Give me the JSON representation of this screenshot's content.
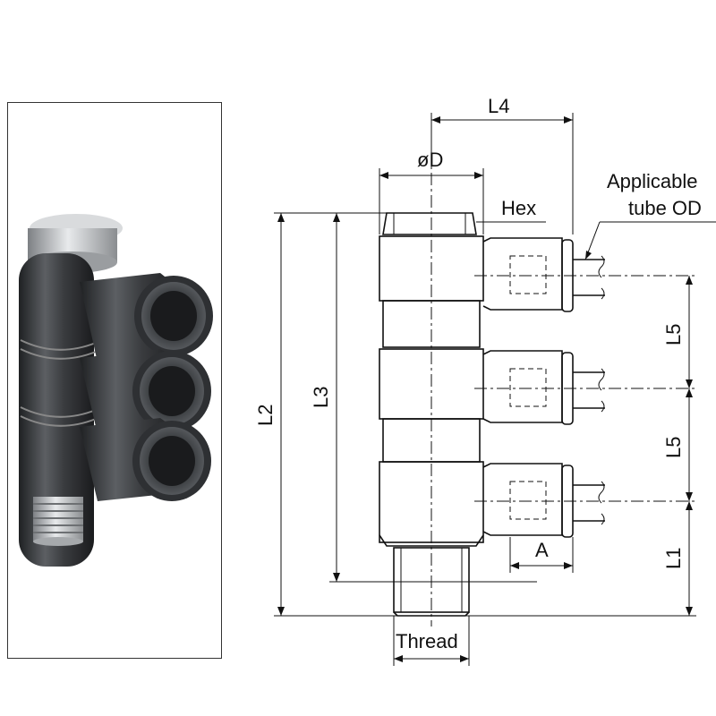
{
  "labels": {
    "l4": "L4",
    "od": "øD",
    "hex": "Hex",
    "applicable": "Applicable",
    "tube_od": "tube OD",
    "l2": "L2",
    "l3": "L3",
    "l5_top": "L5",
    "l5_bottom": "L5",
    "l1": "L1",
    "a": "A",
    "thread": "Thread"
  },
  "colors": {
    "body": "#3a3c3f",
    "body_highlight": "#6e7175",
    "metal": "#b9bcbf",
    "line": "#111111"
  }
}
